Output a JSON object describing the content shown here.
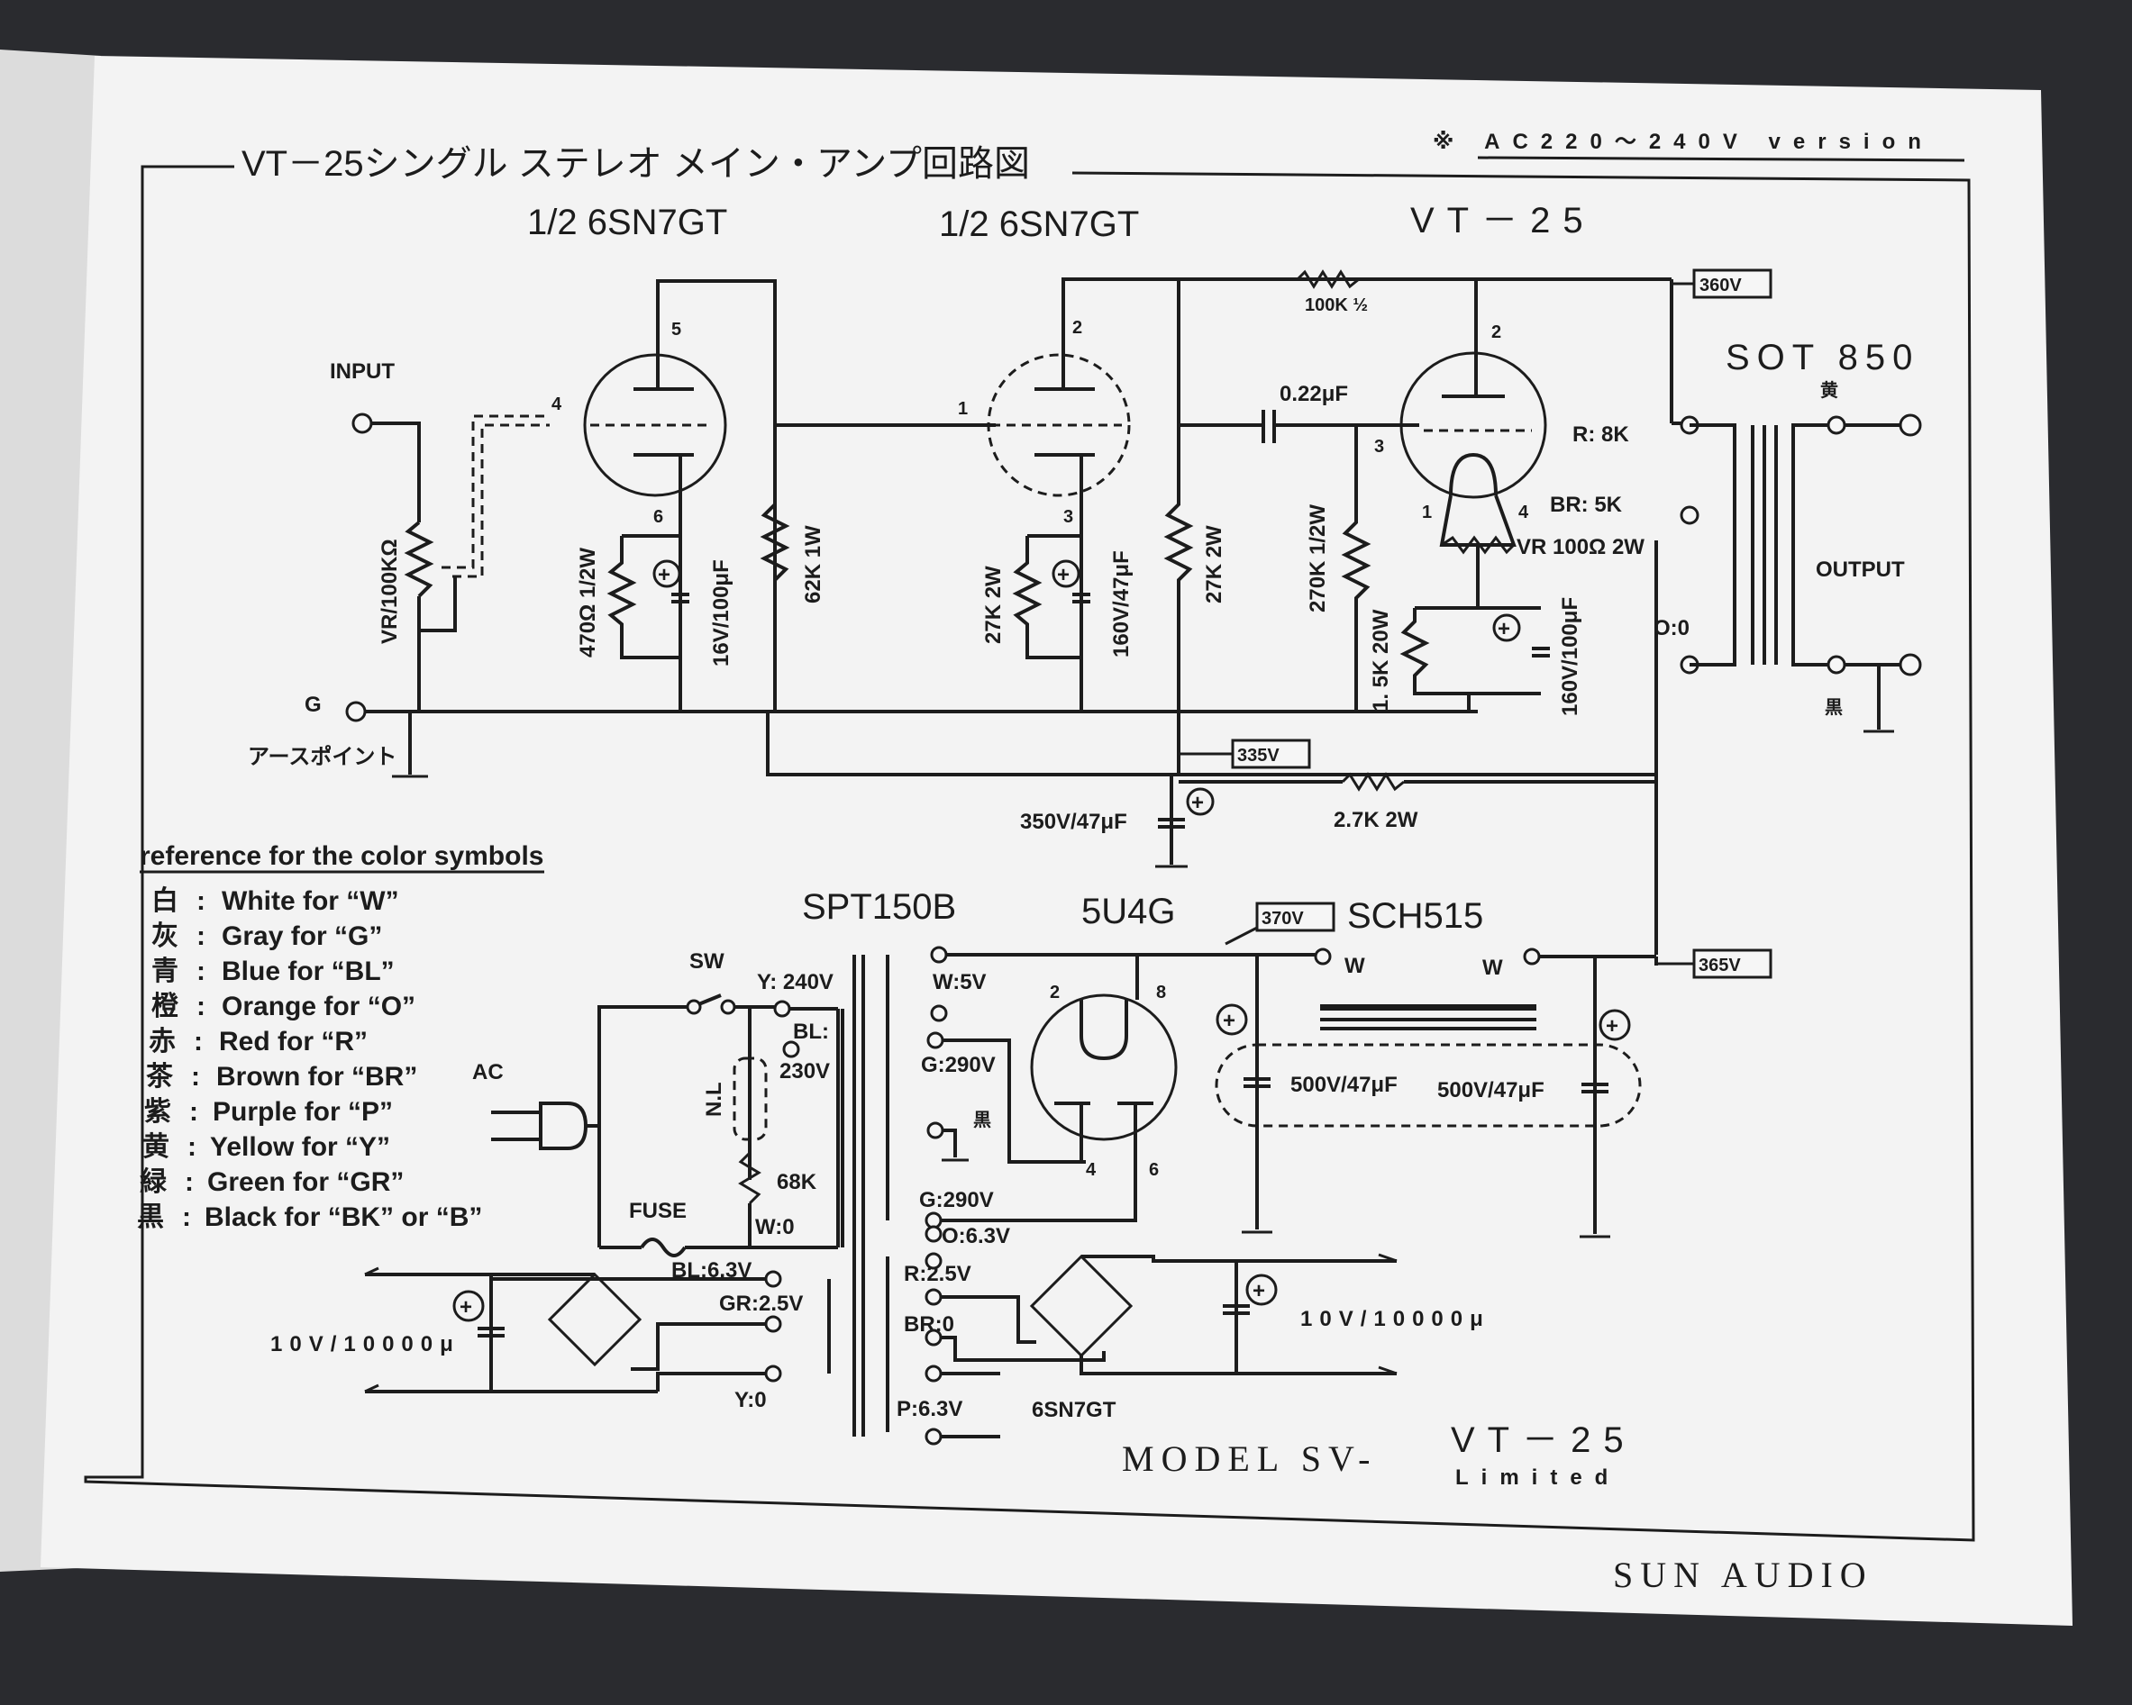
{
  "header": {
    "title": "VT－25シングル ステレオ メイン・アンプ回路図",
    "version_note": "※ AC220～240V version"
  },
  "tubes": {
    "v1": "1/2 6SN7GT",
    "v2": "1/2 6SN7GT",
    "v3": "VT－25",
    "rect": "5U4G"
  },
  "pins": {
    "v1_plate": "5",
    "v1_grid": "4",
    "v1_cathode": "6",
    "v2_plate": "2",
    "v2_grid": "1",
    "v2_cathode": "3",
    "v3_plate": "2",
    "v3_grid": "3",
    "v3_fil_a": "1",
    "v3_fil_b": "4",
    "rect_2": "2",
    "rect_8": "8",
    "rect_4": "4",
    "rect_6": "6"
  },
  "input": {
    "label": "INPUT",
    "ground": "G",
    "earth_point": "アースポイント",
    "vr": "VR/100KΩ"
  },
  "components": {
    "r1": "470Ω 1/2W",
    "c1": "16V/100μF",
    "r2": "62K 1W",
    "r3": "27K 2W",
    "c2": "160V/47μF",
    "r4": "27K 2W",
    "r5": "100K ½",
    "c3": "0.22μF",
    "r6": "270K 1/2W",
    "r7": "1. 5K 20W",
    "vr2": "VR 100Ω 2W",
    "c4": "160V/100μF",
    "r8": "2.7K 2W",
    "c5": "350V/47μF",
    "c6": "500V/47μF",
    "c7": "500V/47μF",
    "nl": "N.L",
    "r9": "68K",
    "fuse": "FUSE",
    "sw": "SW",
    "ac": "AC",
    "c8": "10V/10000μ",
    "c9": "10V/10000μ"
  },
  "voltages": {
    "b1": "360V",
    "b2": "335V",
    "b3": "370V",
    "b4": "365V"
  },
  "output_transformer": {
    "name": "SOT 850",
    "top": "黄",
    "r": "R: 8K",
    "br": "BR: 5K",
    "o": "O:0",
    "output": "OUTPUT",
    "bottom": "黒"
  },
  "power": {
    "transformer": "SPT150B",
    "choke": "SCH515",
    "choke_w1": "W",
    "choke_w2": "W",
    "pri_y": "Y: 240V",
    "pri_bl": "BL:",
    "pri_230": "230V",
    "pri_w": "W:0",
    "sec_w5": "W:5V",
    "sec_g290a": "G:290V",
    "sec_black": "黒",
    "sec_g290b": "G:290V",
    "sec_o63": "O:6.3V",
    "sec_bl63": "BL:6.3V",
    "sec_gr25": "GR:2.5V",
    "sec_y0": "Y:0",
    "sec_r25": "R:2.5V",
    "sec_br0": "BR:0",
    "sec_p63": "P:6.3V",
    "heater": "6SN7GT"
  },
  "legend": {
    "title": "reference for the color symbols",
    "items": [
      {
        "kanji": "白",
        "text": "White for “W”"
      },
      {
        "kanji": "灰",
        "text": "Gray for “G”"
      },
      {
        "kanji": "青",
        "text": "Blue for “BL”"
      },
      {
        "kanji": "橙",
        "text": "Orange for “O”"
      },
      {
        "kanji": "赤",
        "text": "Red for “R”"
      },
      {
        "kanji": "茶",
        "text": "Brown for “BR”"
      },
      {
        "kanji": "紫",
        "text": "Purple for “P”"
      },
      {
        "kanji": "黄",
        "text": "Yellow for “Y”"
      },
      {
        "kanji": "緑",
        "text": "Green for “GR”"
      },
      {
        "kanji": "黒",
        "text": "Black for “BK” or “B”"
      }
    ]
  },
  "footer": {
    "model_prefix": "MODEL SV-",
    "model_name": "VT－25",
    "model_sub": "Limited",
    "brand": "SUN AUDIO"
  }
}
